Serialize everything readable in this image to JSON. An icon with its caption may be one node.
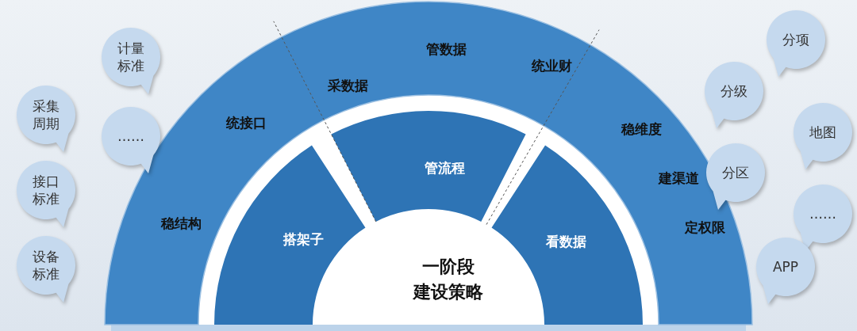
{
  "diagram": {
    "nodes": [
      {
        "text": [
          "稳结构",
          "统接口",
          "采数据",
          "管数据",
          "统业财",
          "稳维度",
          "建渠道",
          "定权限"
        ]
      },
      {
        "text": [
          "搭架子"
        ]
      },
      {
        "text": [
          "管流程"
        ]
      },
      {
        "text": [
          "看数据"
        ]
      },
      {
        "text": [
          "一阶段",
          "建设策略"
        ]
      },
      {
        "text": [
          "计量标准"
        ]
      },
      {
        "text": [
          "采集周期"
        ]
      },
      {
        "text": [
          "……"
        ]
      },
      {
        "text": [
          "接口标准"
        ]
      },
      {
        "text": [
          "设备标准"
        ]
      },
      {
        "text": [
          "分项"
        ]
      },
      {
        "text": [
          "分级"
        ]
      },
      {
        "text": [
          "地图"
        ]
      },
      {
        "text": [
          "分区"
        ]
      },
      {
        "text": [
          "……"
        ]
      },
      {
        "text": [
          "APP"
        ]
      }
    ]
  }
}
